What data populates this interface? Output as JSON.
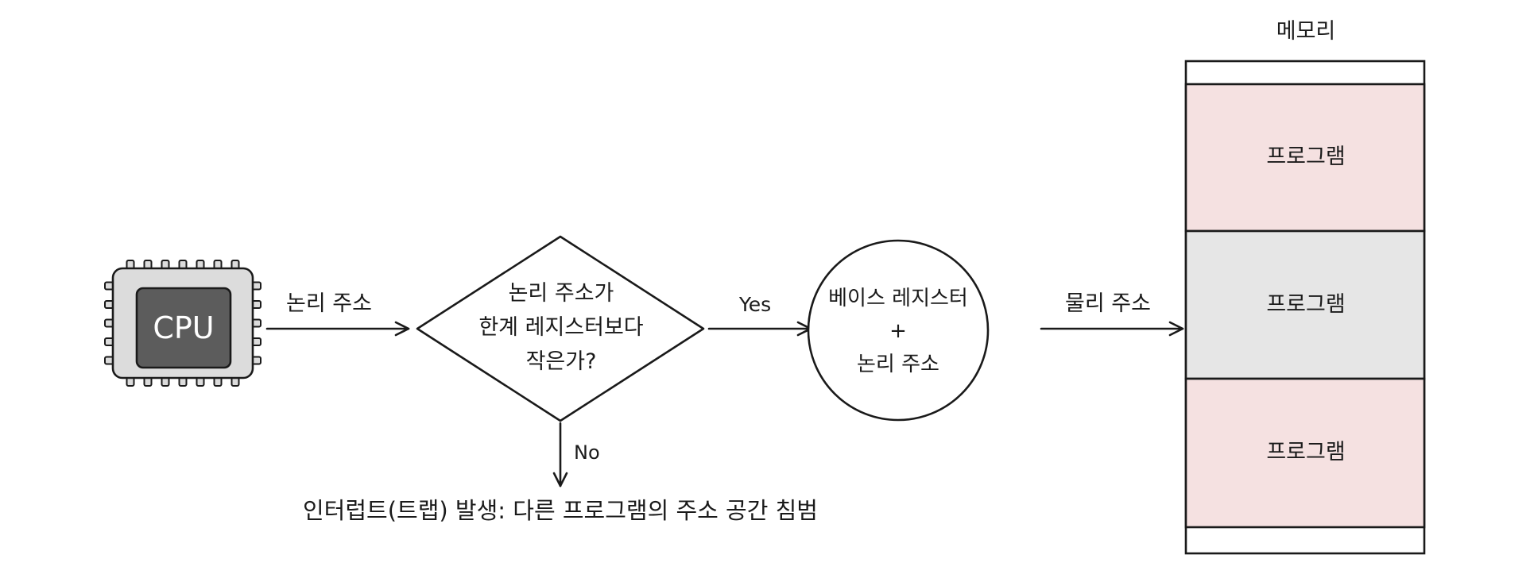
{
  "cpu": {
    "label": "CPU"
  },
  "edges": {
    "cpu_to_check": "논리 주소",
    "yes": "Yes",
    "no": "No",
    "to_memory": "물리 주소"
  },
  "decision": {
    "lines": [
      "논리 주소가",
      "한계 레지스터보다",
      "작은가?"
    ]
  },
  "adder": {
    "lines": [
      "베이스 레지스터",
      "+",
      "논리 주소"
    ]
  },
  "trap": {
    "text": "인터럽트(트랩) 발생: 다른 프로그램의 주소 공간 침범"
  },
  "memory": {
    "title": "메모리",
    "blocks": [
      {
        "label": "프로그램",
        "color": "#f5e1e1"
      },
      {
        "label": "프로그램",
        "color": "#e6e6e6"
      },
      {
        "label": "프로그램",
        "color": "#f5e1e1"
      }
    ]
  }
}
